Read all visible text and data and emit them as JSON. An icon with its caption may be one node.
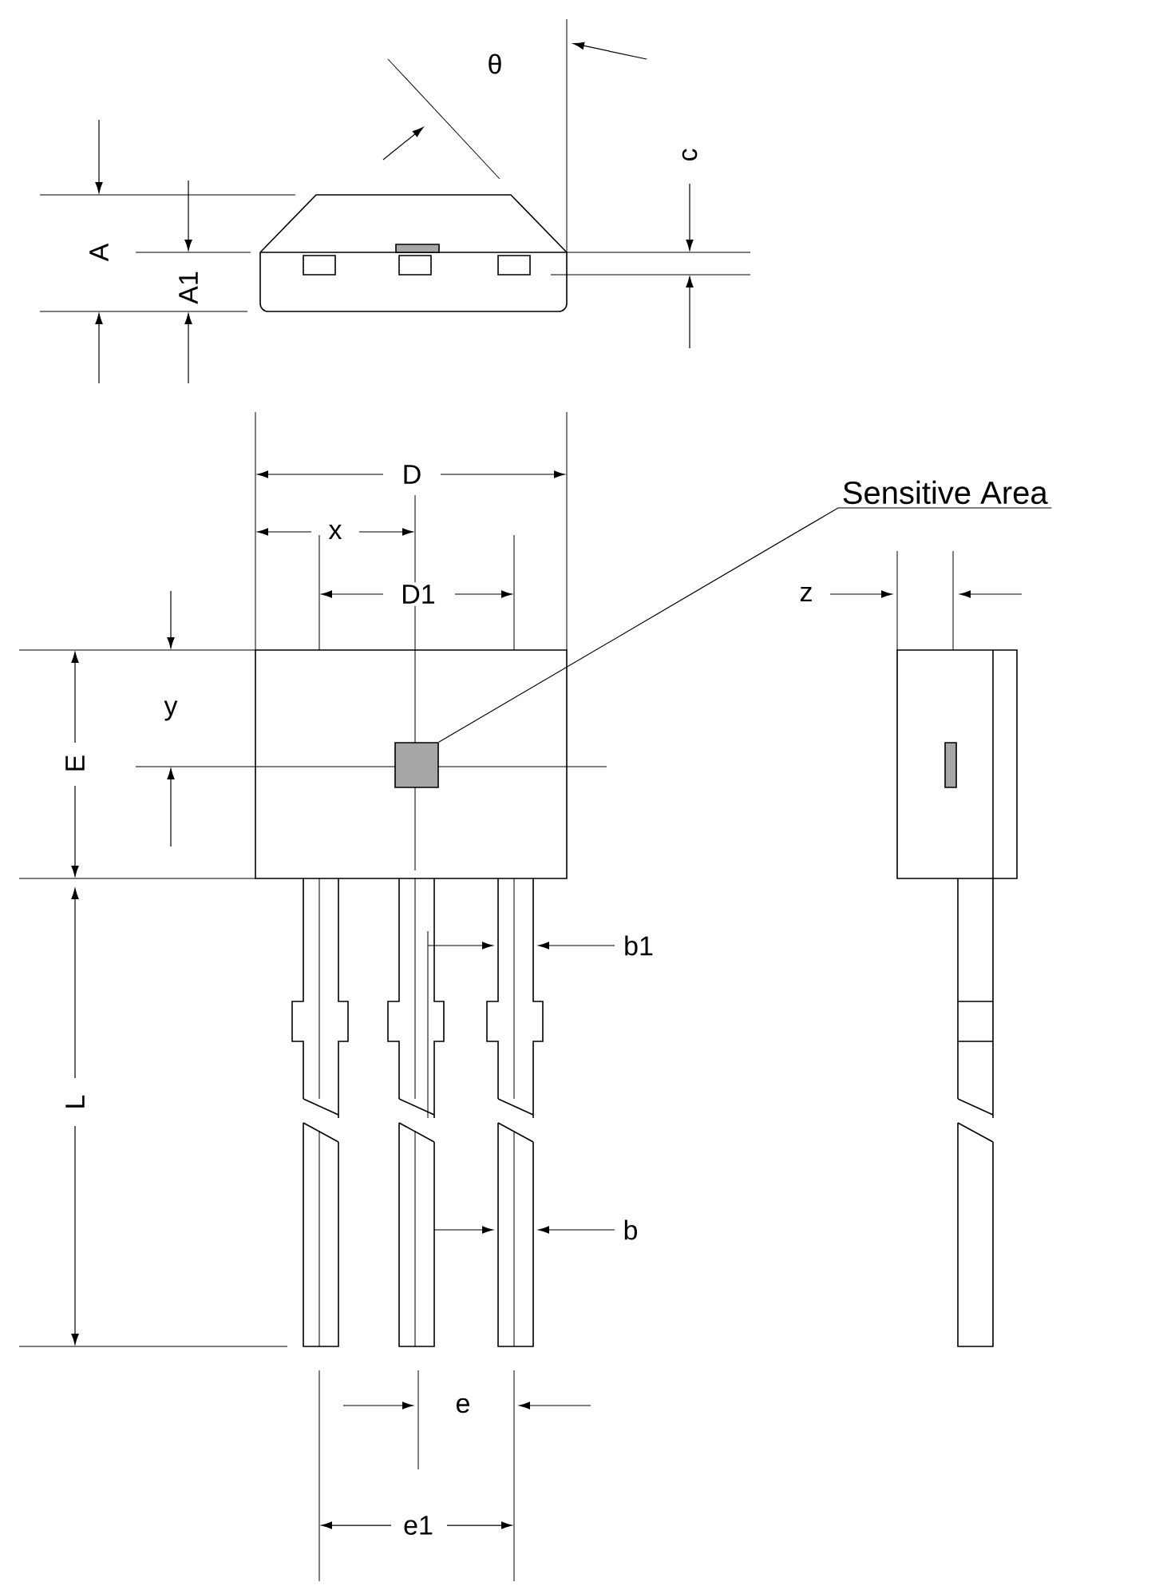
{
  "diagram": {
    "nodes": [
      {
        "text": [
          "Sensitive Area"
        ]
      },
      {
        "text": [],
        "shape": "box"
      }
    ],
    "edges": [
      {
        "from": 0,
        "to": 1,
        "arrow": "none"
      }
    ],
    "labels": [
      "θ",
      "c",
      "A",
      "A1",
      "D",
      "x",
      "D1",
      "z",
      "y",
      "E",
      "b1",
      "L",
      "b",
      "e",
      "e1"
    ]
  }
}
